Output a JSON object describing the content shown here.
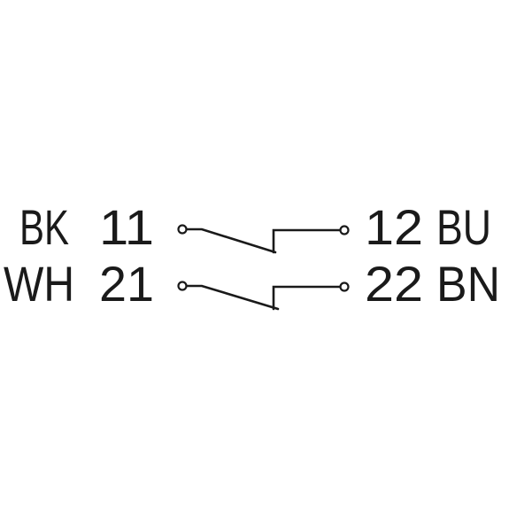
{
  "contacts": [
    {
      "left_wire": "BK",
      "left_terminal": "11",
      "right_terminal": "12",
      "right_wire": "BU"
    },
    {
      "left_wire": "WH",
      "left_terminal": "21",
      "right_terminal": "22",
      "right_wire": "BN"
    }
  ]
}
